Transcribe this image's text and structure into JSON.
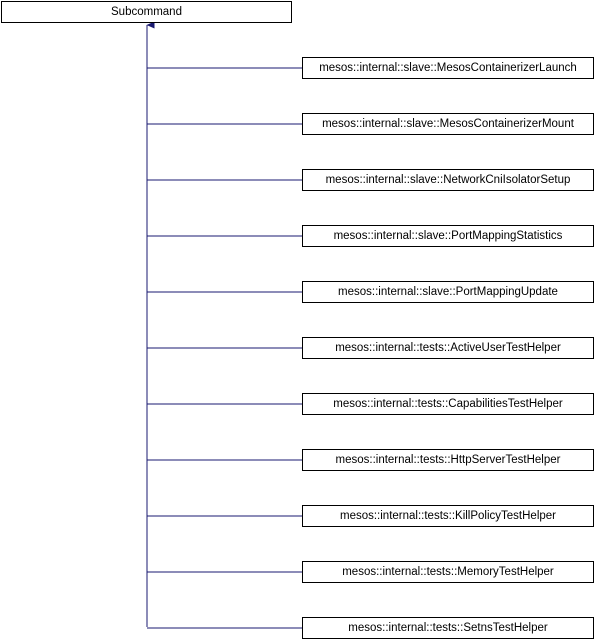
{
  "base_class": {
    "label": "Subcommand"
  },
  "derived_classes": [
    {
      "label": "mesos::internal::slave::MesosContainerizerLaunch"
    },
    {
      "label": "mesos::internal::slave::MesosContainerizerMount"
    },
    {
      "label": "mesos::internal::slave::NetworkCniIsolatorSetup"
    },
    {
      "label": "mesos::internal::slave::PortMappingStatistics"
    },
    {
      "label": "mesos::internal::slave::PortMappingUpdate"
    },
    {
      "label": "mesos::internal::tests::ActiveUserTestHelper"
    },
    {
      "label": "mesos::internal::tests::CapabilitiesTestHelper"
    },
    {
      "label": "mesos::internal::tests::HttpServerTestHelper"
    },
    {
      "label": "mesos::internal::tests::KillPolicyTestHelper"
    },
    {
      "label": "mesos::internal::tests::MemoryTestHelper"
    },
    {
      "label": "mesos::internal::tests::SetnsTestHelper"
    }
  ],
  "colors": {
    "edge": "#191970",
    "node_border": "#000000",
    "node_fill": "#ffffff"
  }
}
